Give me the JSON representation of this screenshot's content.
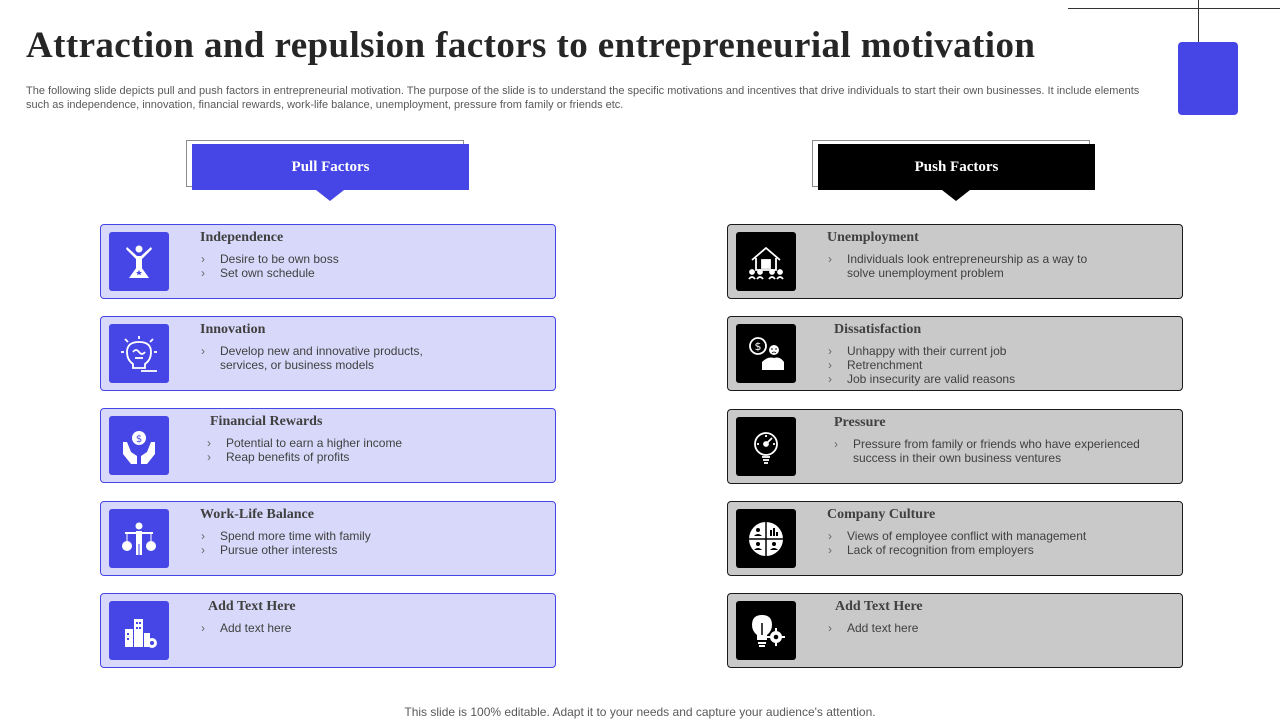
{
  "title": "Attraction and repulsion factors to entrepreneurial motivation",
  "subtitle": "The following slide depicts pull and push factors in entrepreneurial motivation. The purpose of the slide is to understand the specific motivations and incentives that drive individuals to start their own businesses. It include elements such as independence, innovation, financial rewards, work-life balance, unemployment, pressure from family or friends etc.",
  "pull": {
    "header": "Pull Factors",
    "accent": "#4646e6",
    "cards": [
      {
        "title": "Independence",
        "icon": "person-victory-icon",
        "bullets": [
          "Desire to be own boss",
          "Set own schedule"
        ]
      },
      {
        "title": "Innovation",
        "icon": "brain-bulb-icon",
        "bullets": [
          "Develop new and innovative products, services, or business models"
        ]
      },
      {
        "title": "Financial Rewards",
        "icon": "money-hands-icon",
        "bullets": [
          "Potential to earn a higher income",
          "Reap benefits of profits"
        ]
      },
      {
        "title": "Work-Life Balance",
        "icon": "balance-person-icon",
        "bullets": [
          "Spend more time with family",
          "Pursue other interests"
        ]
      },
      {
        "title": "Add Text Here",
        "icon": "buildings-gear-icon",
        "bullets": [
          "Add text here"
        ]
      }
    ]
  },
  "push": {
    "header": "Push Factors",
    "accent": "#000000",
    "cards": [
      {
        "title": "Unemployment",
        "icon": "house-people-icon",
        "bullets": [
          "Individuals look entrepreneurship as a way to solve unemployment problem"
        ]
      },
      {
        "title": "Dissatisfaction",
        "icon": "money-sad-icon",
        "bullets": [
          "Unhappy with their current job",
          "Retrenchment",
          "Job insecurity  are valid reasons"
        ]
      },
      {
        "title": "Pressure",
        "icon": "pressure-gauge-icon",
        "bullets": [
          "Pressure from family or friends who have experienced success in their own business ventures"
        ]
      },
      {
        "title": "Company Culture",
        "icon": "team-circle-icon",
        "bullets": [
          "Views of employee conflict with management",
          "Lack of recognition from employers"
        ]
      },
      {
        "title": "Add Text Here",
        "icon": "bulb-gear-icon",
        "bullets": [
          "Add text here"
        ]
      }
    ]
  },
  "footer": "This slide is 100% editable. Adapt it to your needs and capture your audience's attention."
}
